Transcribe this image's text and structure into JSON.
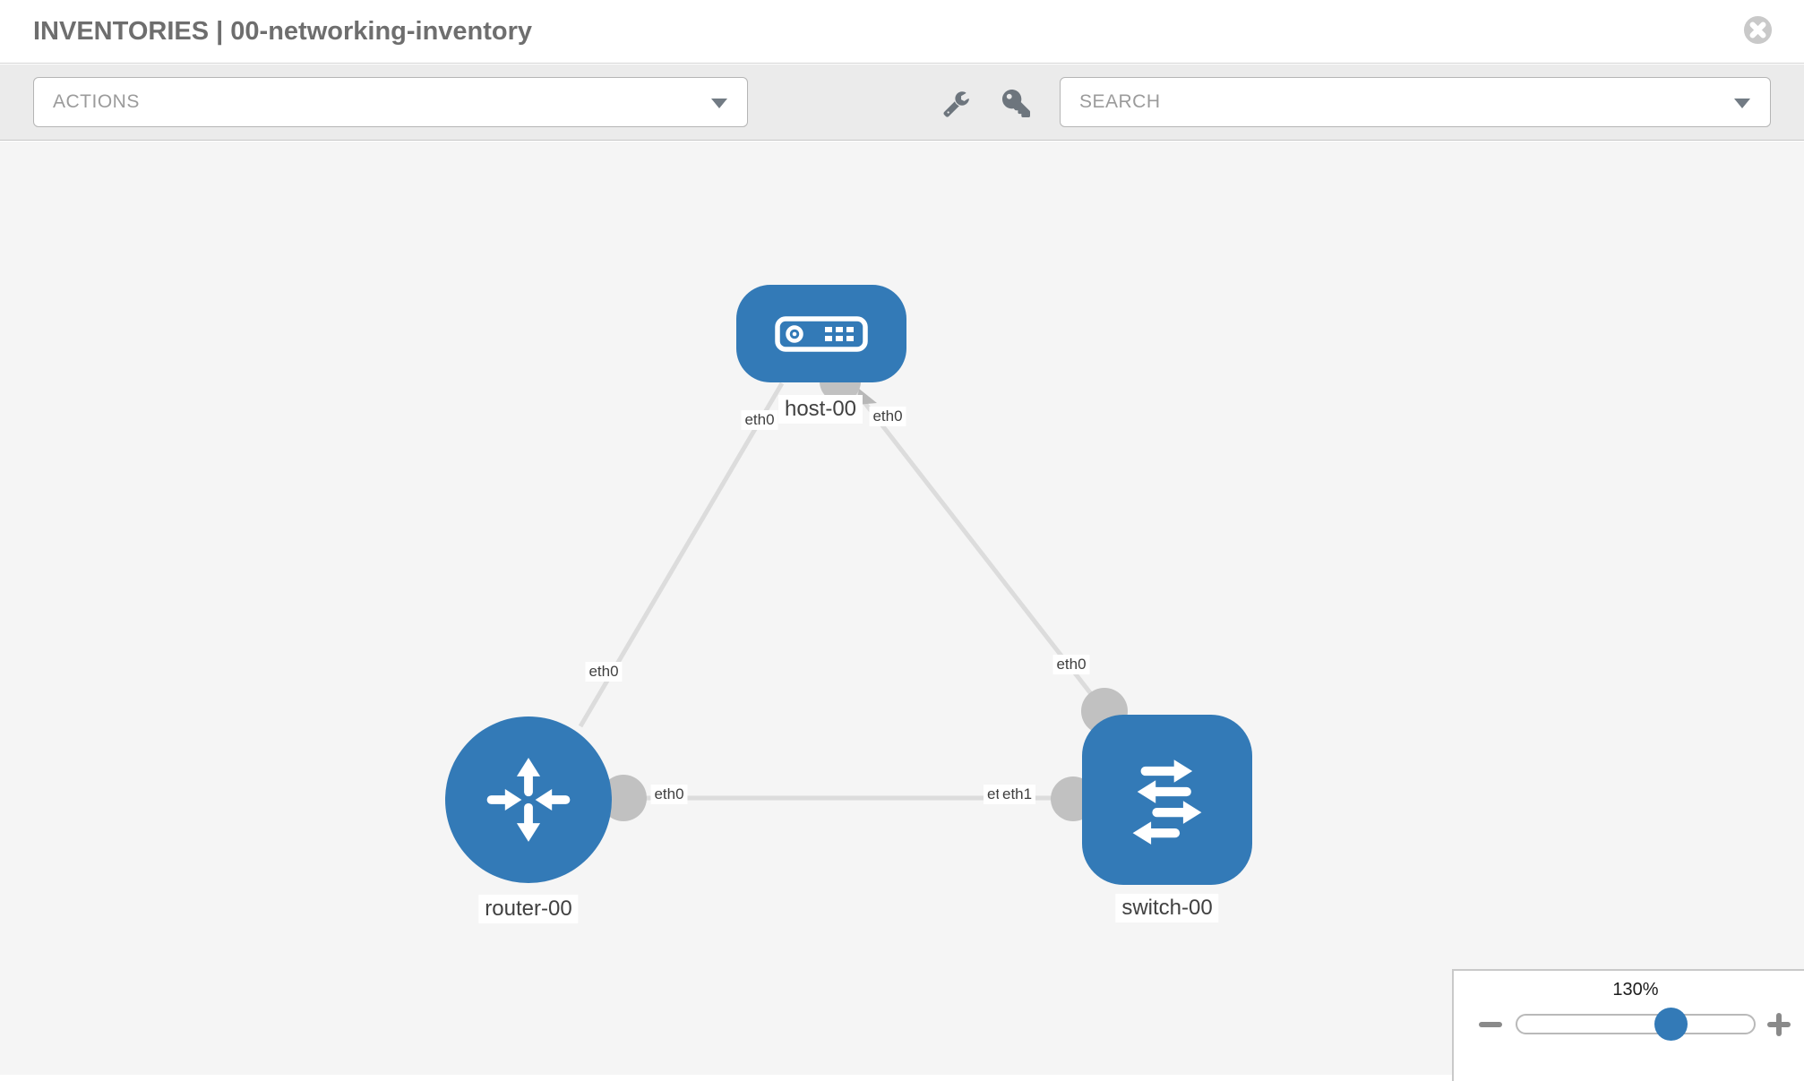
{
  "header": {
    "title": "INVENTORIES | 00-networking-inventory"
  },
  "toolbar": {
    "actions_label": "ACTIONS",
    "search_label": "SEARCH",
    "icons": [
      "wrench-icon",
      "key-icon"
    ]
  },
  "topology": {
    "nodes": {
      "host": {
        "label": "host-00",
        "type": "host"
      },
      "router": {
        "label": "router-00",
        "type": "router"
      },
      "switch": {
        "label": "switch-00",
        "type": "switch"
      }
    },
    "links": [
      {
        "from": "host-00",
        "to": "router-00"
      },
      {
        "from": "host-00",
        "to": "switch-00"
      },
      {
        "from": "router-00",
        "to": "switch-00"
      }
    ],
    "interfaces": {
      "host_link_a": "eth0",
      "host_link_b": "eth0",
      "link_a_lower": "eth0",
      "link_b_lower": "eth0",
      "link_c_router_side": "eth0",
      "link_c_switch_side_back": "eth0",
      "link_c_switch_side_front": "eth1"
    }
  },
  "zoom_control": {
    "level": "130%"
  },
  "colors": {
    "node_blue": "#337ab7",
    "link_gray": "#dcdcdc",
    "interface_gray": "#c1c1c1",
    "canvas_bg": "#f5f5f5",
    "toolbar_bg": "#ebebeb",
    "icon_gray": "#6d757d"
  }
}
